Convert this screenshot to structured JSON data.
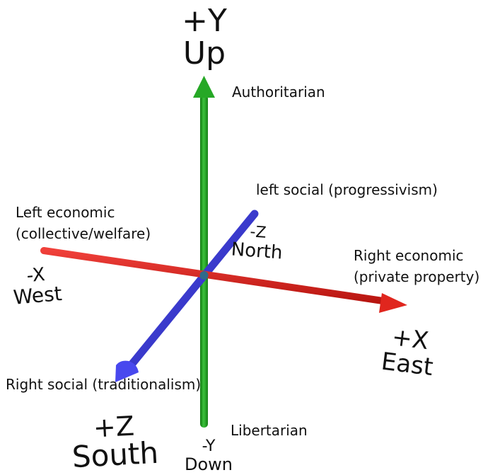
{
  "diagram": {
    "y_axis": {
      "positive_sign": "+Y",
      "positive_direction": "Up",
      "positive_label": "Authoritarian",
      "negative_sign": "-Y",
      "negative_direction": "Down",
      "negative_label": "Libertarian",
      "color": "#1f9e1f"
    },
    "x_axis": {
      "positive_sign": "+X",
      "positive_direction": "East",
      "positive_label_line1": "Right economic",
      "positive_label_line2": "(private property)",
      "negative_sign": "-X",
      "negative_direction": "West",
      "negative_label_line1": "Left economic",
      "negative_label_line2": "(collective/welfare)",
      "color": "#e0261e"
    },
    "z_axis": {
      "positive_sign": "+Z",
      "positive_direction": "South",
      "positive_label": "Right social (traditionalism)",
      "negative_sign": "-Z",
      "negative_direction": "North",
      "negative_label": "left social (progressivism)",
      "color": "#3a3ad8"
    }
  }
}
